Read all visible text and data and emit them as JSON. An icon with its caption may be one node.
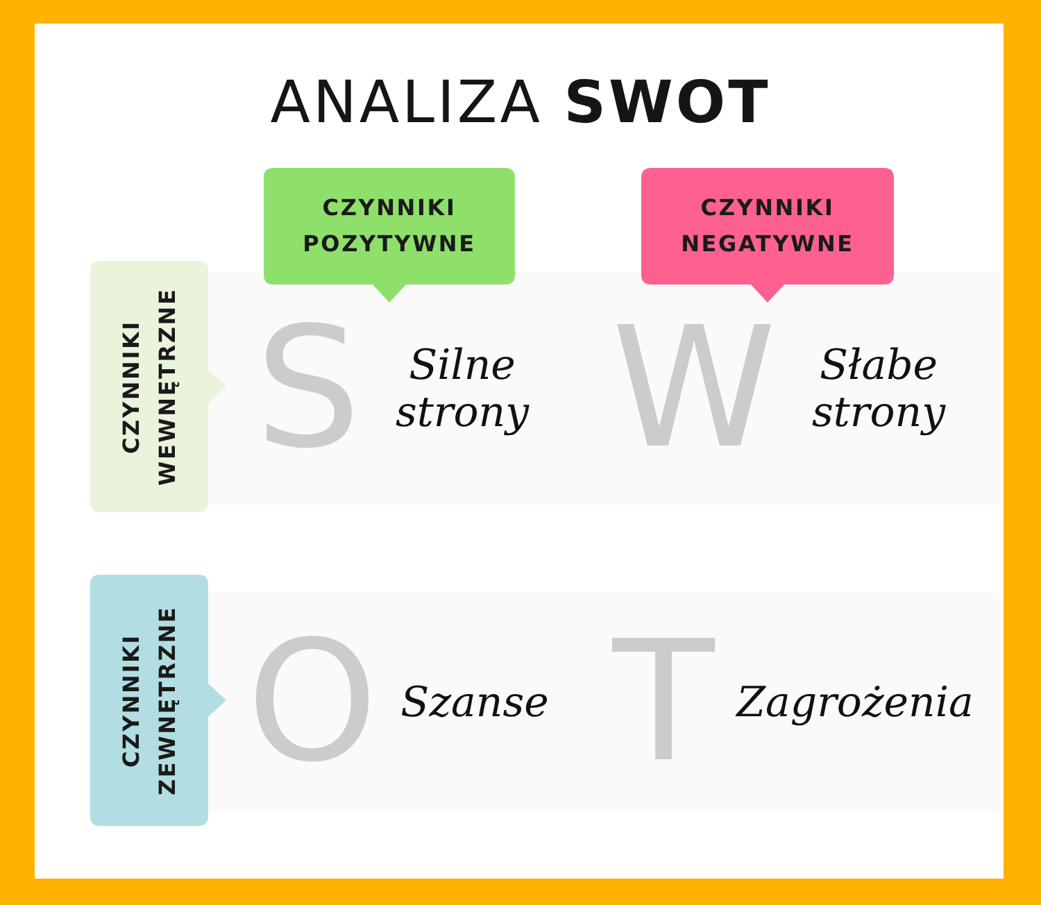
{
  "diagram": {
    "title": "ANALIZA **SWOT**",
    "nodes": [
      {
        "text": [
          "CZYNNIKI POZYTYWNE"
        ]
      },
      {
        "text": [
          "CZYNNIKI NEGATYWNE"
        ]
      },
      {
        "text": [
          "CZYNNIKI WEWNĘTRZNE"
        ]
      },
      {
        "text": [
          "CZYNNIKI ZEWNĘTRZNE"
        ]
      }
    ],
    "labels": [
      "S",
      "Silne strony",
      "W",
      "Słabe strony",
      "O",
      "Szanse",
      "T",
      "Zagrożenia"
    ]
  }
}
